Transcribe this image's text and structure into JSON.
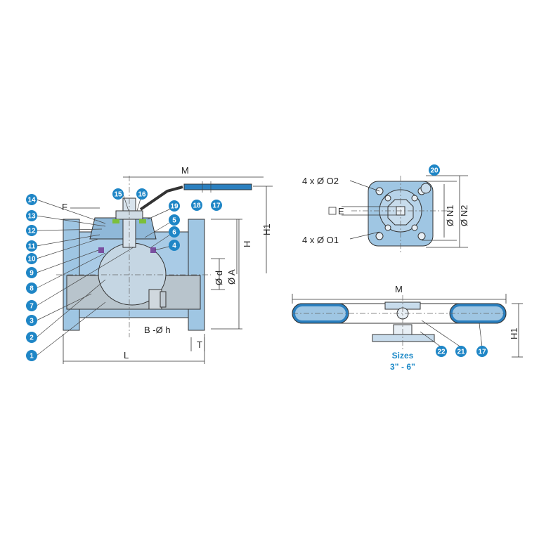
{
  "colors": {
    "callout_fill": "#1f86c6",
    "part_fill": "#9fc6e3",
    "part_dark": "#7aa9cc",
    "line": "#333333",
    "handle_blue": "#2a7fbf",
    "seal_green": "#7bbf3a",
    "seal_purple": "#7a4fa0",
    "sizes_text": "#1e8ac8"
  },
  "callouts": [
    "1",
    "2",
    "3",
    "4",
    "5",
    "6",
    "7",
    "8",
    "9",
    "10",
    "11",
    "12",
    "13",
    "14",
    "15",
    "16",
    "17",
    "18",
    "19",
    "20",
    "21",
    "22",
    "17"
  ],
  "dimensions": {
    "M_top": "M",
    "F": "F",
    "H": "H",
    "H1": "H1",
    "d": "Ø d",
    "A": "Ø A",
    "bolt": "B -Ø h",
    "T": "T",
    "L": "L",
    "O2": "4 x Ø O2",
    "O1": "4 x Ø O1",
    "E": "E",
    "N1": "Ø N1",
    "N2": "Ø N2",
    "M_bottom": "M",
    "H1_bottom": "H1"
  },
  "sizes_label": [
    "Sizes",
    "3” - 6”"
  ]
}
